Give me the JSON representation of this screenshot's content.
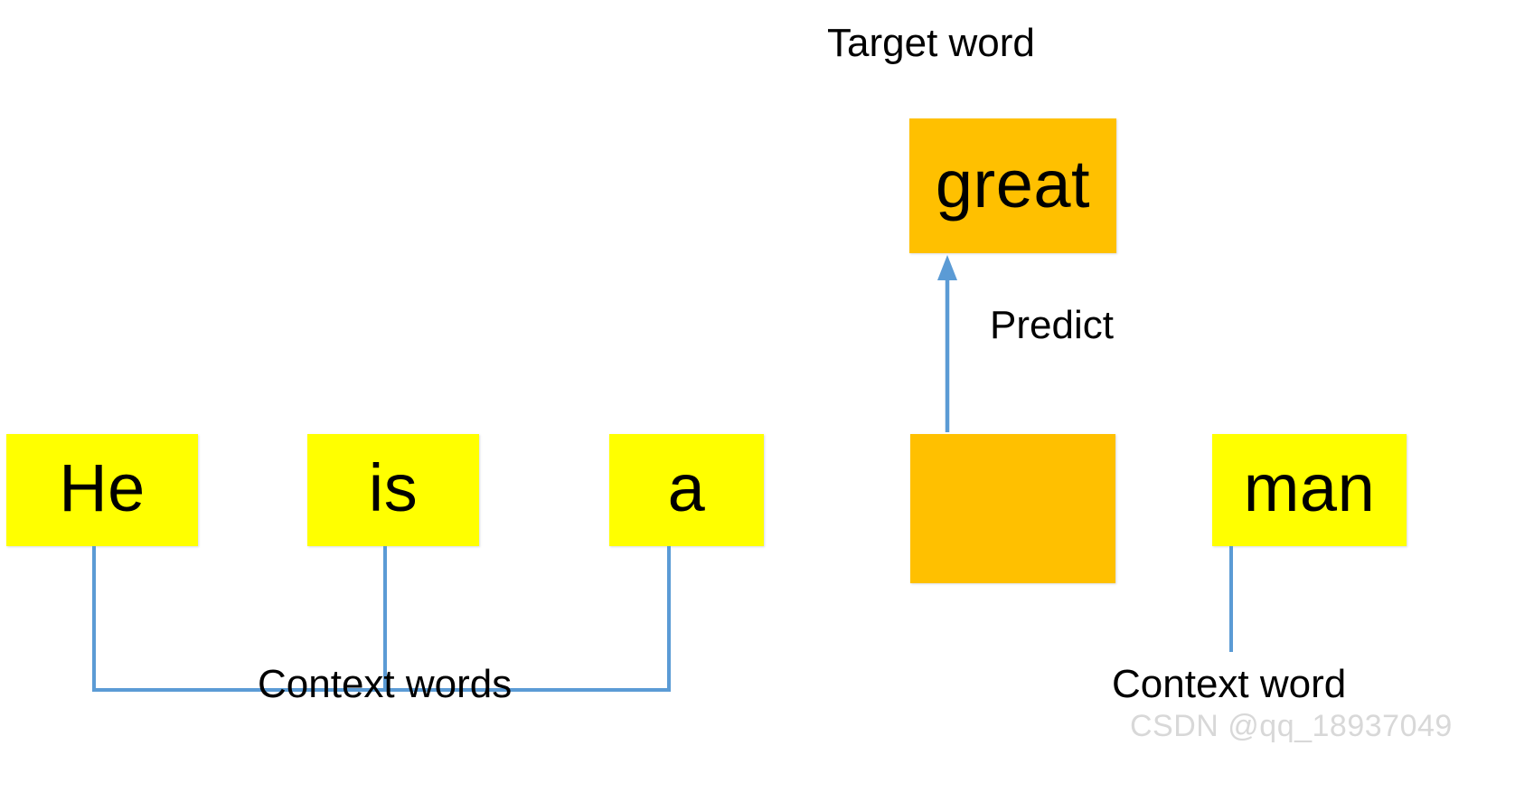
{
  "diagram": {
    "title_label": "Target word",
    "predict_label": "Predict",
    "context_words_label": "Context words",
    "context_word_label": "Context word",
    "watermark": "CSDN @qq_18937049",
    "colors": {
      "context_box": "#FFFF00",
      "target_box": "#FFC000",
      "connector": "#5B9BD5",
      "text": "#000000",
      "background": "#FFFFFF",
      "watermark": "#D8D8D8"
    },
    "boxes": [
      {
        "id": "he",
        "text": "He",
        "kind": "context"
      },
      {
        "id": "is",
        "text": "is",
        "kind": "context"
      },
      {
        "id": "a",
        "text": "a",
        "kind": "context"
      },
      {
        "id": "blank",
        "text": "",
        "kind": "target-slot"
      },
      {
        "id": "man",
        "text": "man",
        "kind": "context"
      },
      {
        "id": "great",
        "text": "great",
        "kind": "target"
      }
    ]
  }
}
